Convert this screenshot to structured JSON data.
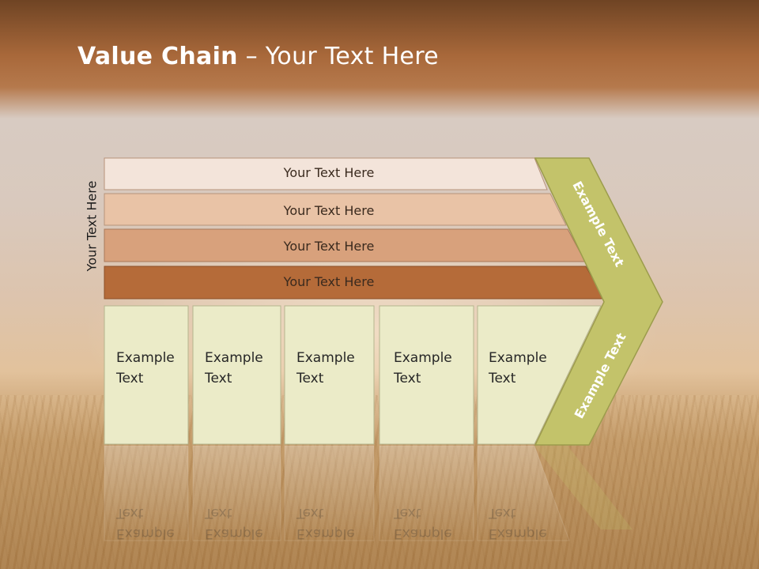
{
  "title": {
    "bold": "Value Chain",
    "rest": " – Your Text Here"
  },
  "side_label": "Your Text Here",
  "bars": [
    {
      "label": "Your Text Here"
    },
    {
      "label": "Your Text Here"
    },
    {
      "label": "Your Text Here"
    },
    {
      "label": "Your Text Here"
    }
  ],
  "boxes": [
    {
      "line1": "Example",
      "line2": "Text"
    },
    {
      "line1": "Example",
      "line2": "Text"
    },
    {
      "line1": "Example",
      "line2": "Text"
    },
    {
      "line1": "Example",
      "line2": "Text"
    },
    {
      "line1": "Example",
      "line2": "Text"
    }
  ],
  "arrow": {
    "upper": "Example Text",
    "lower": "Example Text"
  },
  "colors": {
    "bar1": "#f3e4da",
    "bar2": "#e9c3a6",
    "bar3": "#d8a17c",
    "bar4": "#b56b39",
    "box_fill": "#ebebc8",
    "arrow_fill": "#c3c36a",
    "arrow_stroke": "#9c9c4c"
  }
}
